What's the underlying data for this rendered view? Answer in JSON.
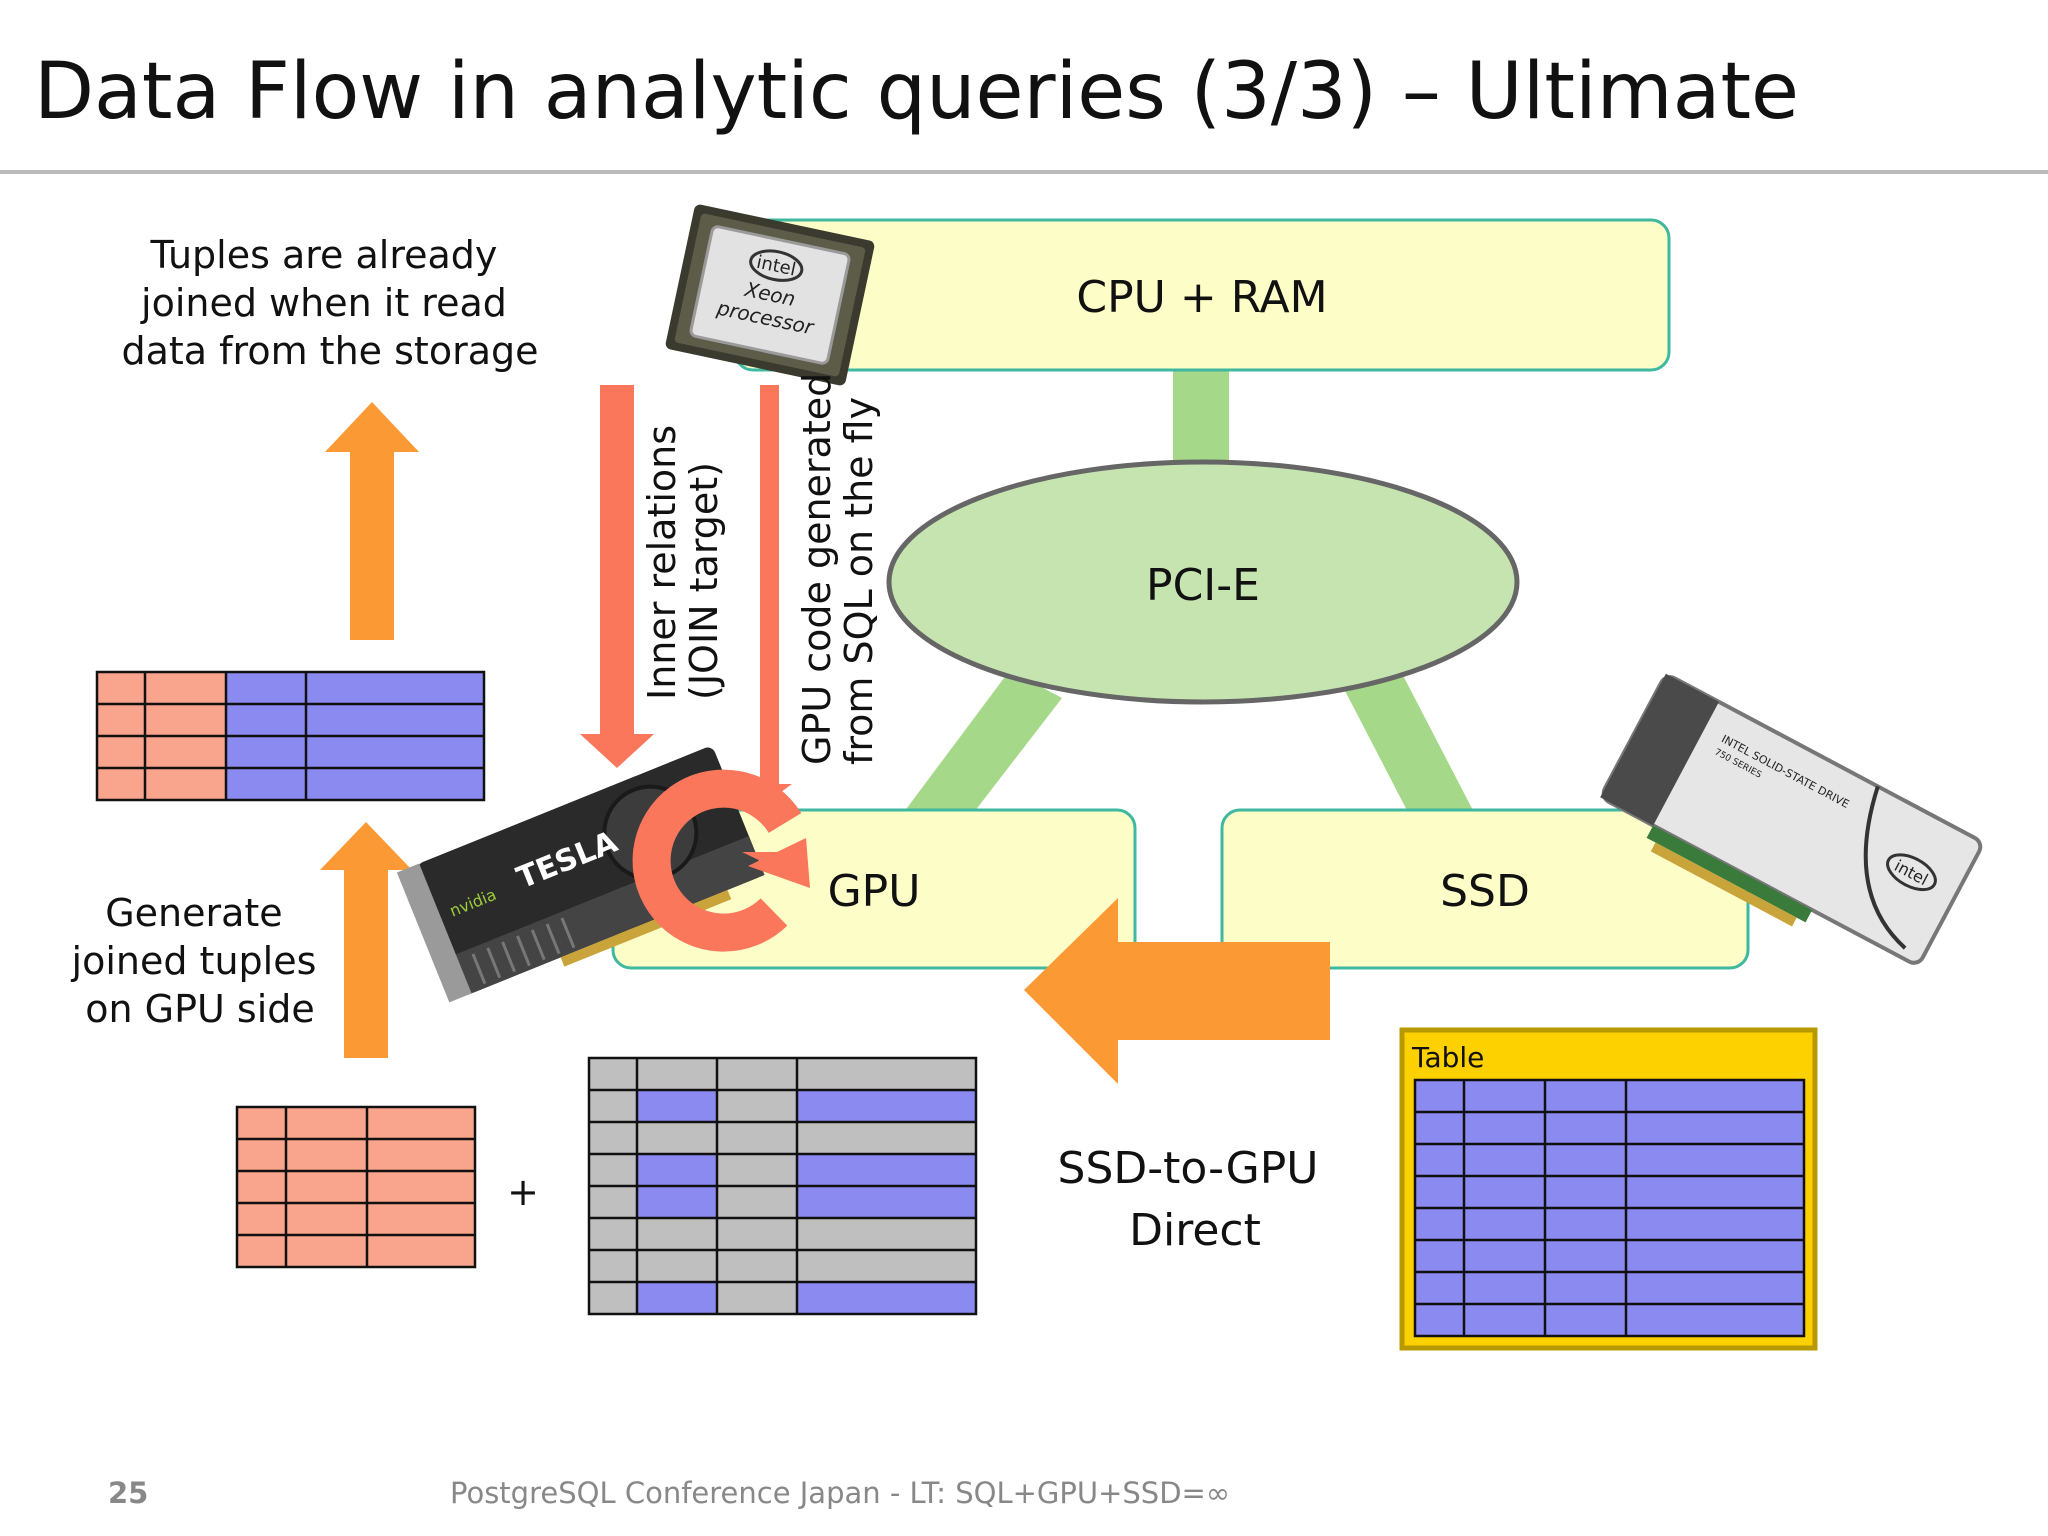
{
  "slide": {
    "title": "Data Flow in analytic queries (3/3) – Ultimate",
    "page_number": "25",
    "footer": "PostgreSQL Conference Japan - LT: SQL+GPU+SSD=∞"
  },
  "boxes": {
    "cpu_ram": "CPU + RAM",
    "pcie": "PCI-E",
    "gpu": "GPU",
    "ssd": "SSD"
  },
  "notes": {
    "top_left": [
      "Tuples are already",
      "joined when it read",
      "data from the storage"
    ],
    "generate": [
      "Generate",
      "joined tuples",
      "on GPU side"
    ],
    "inner_relations": [
      "Inner relations",
      "(JOIN target)"
    ],
    "gpu_code": [
      "GPU code generated",
      "from SQL on the fly"
    ],
    "ssd_to_gpu": [
      "SSD-to-GPU",
      "Direct"
    ],
    "plus": "+",
    "table_label": "Table"
  },
  "hardware": {
    "xeon_chip": [
      "intel",
      "Xeon",
      "processor"
    ],
    "tesla_card": [
      "TESLA",
      "nvidia"
    ],
    "ssd_card": [
      "intel",
      "INTEL SOLID-STATE DRIVE",
      "750 SERIES"
    ]
  },
  "colors": {
    "salmon": "#f9a48c",
    "purple": "#8a8af0",
    "gray": "#bfbfbf",
    "box_fill": "#fdfdc8",
    "box_stroke": "#3fb8a0",
    "pcie_fill": "#c6e4b0",
    "connector": "#a6d88a",
    "orange_arrow": "#fb9a35",
    "red_arrow": "#fb775c",
    "table_gold": "#fdd000"
  }
}
